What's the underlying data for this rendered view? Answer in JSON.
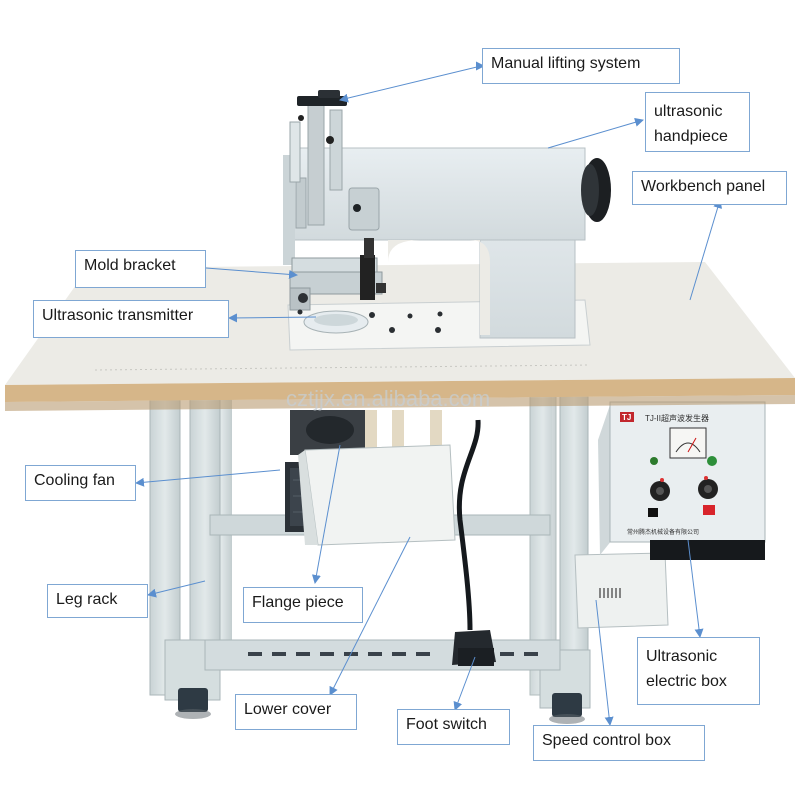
{
  "labels": {
    "manual_lifting_system": "Manual lifting system",
    "ultrasonic_handpiece": "ultrasonic handpiece",
    "workbench_panel": "Workbench panel",
    "mold_bracket": "Mold bracket",
    "ultrasonic_transmitter": "Ultrasonic transmitter",
    "cooling_fan": "Cooling fan",
    "leg_rack": "Leg rack",
    "flange_piece": "Flange piece",
    "lower_cover": "Lower cover",
    "foot_switch": "Foot switch",
    "ultrasonic_electric_box": "Ultrasonic electric box",
    "speed_control_box": "Speed control box"
  },
  "watermark": "cztjjx.en.alibaba.com",
  "generator_panel": {
    "logo": "TJ",
    "model_label": "TJ-II超声波发生器",
    "maker_label": "常州腾杰机械设备有限公司"
  },
  "colors": {
    "callout_border": "#7fa7d3",
    "leader_line": "#5b8fcf",
    "machine_body": "#dfe5e8",
    "table_top": "#ebe8e1",
    "table_edge": "#d4b48a",
    "frame": "#d7e0e1"
  }
}
